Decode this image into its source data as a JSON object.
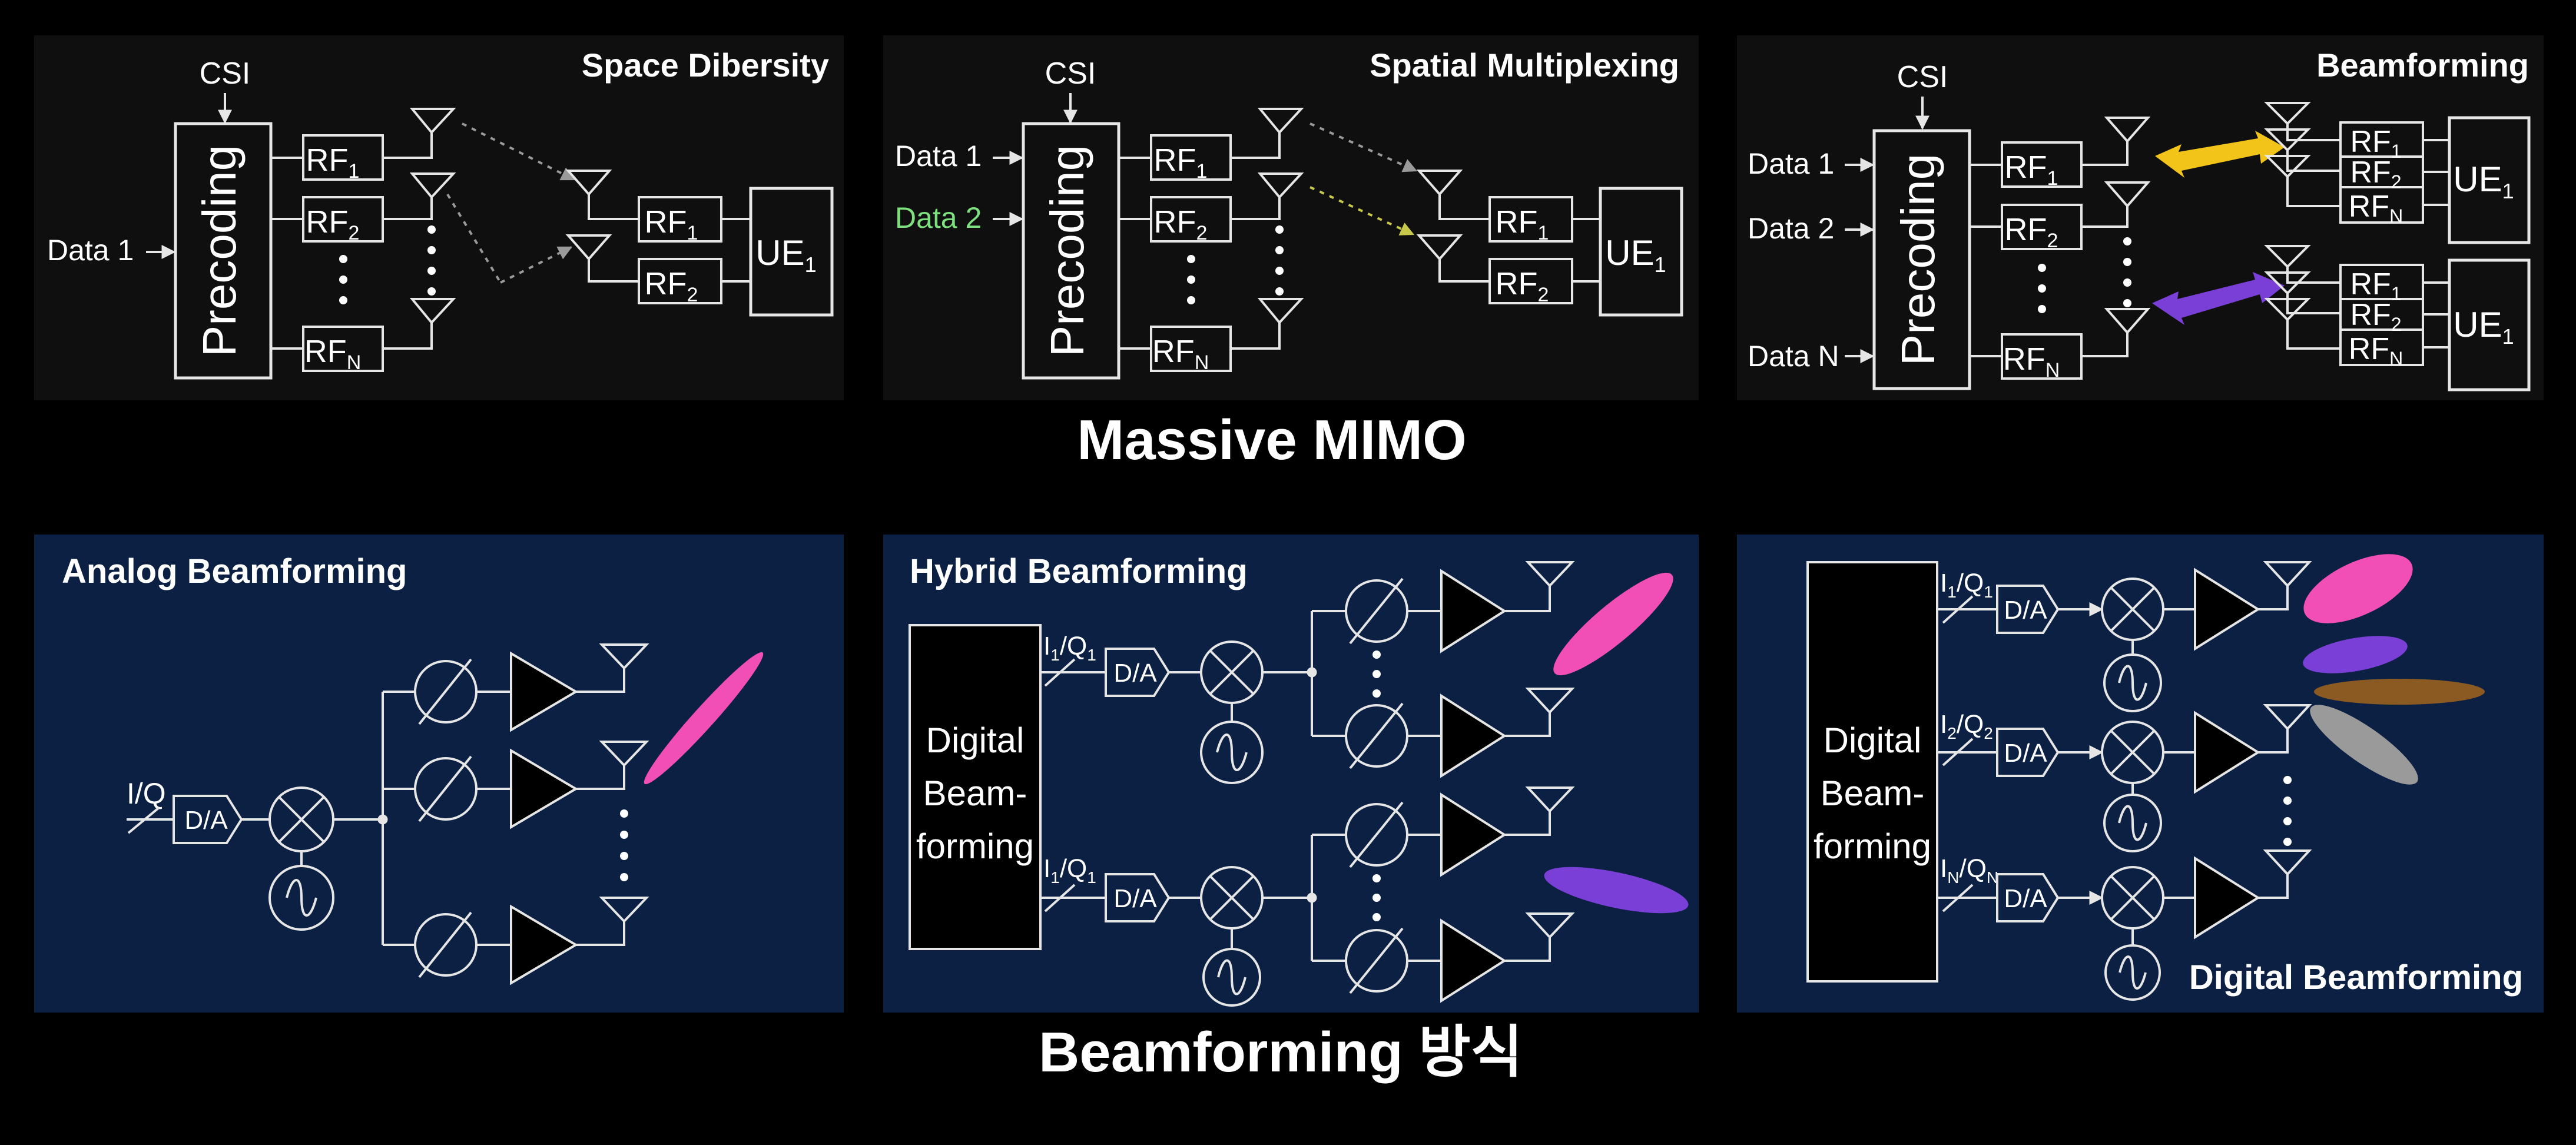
{
  "captions": {
    "top": "Massive MIMO",
    "bottom": "Beamforming 방식"
  },
  "space_diversity": {
    "title": "Space Dibersity",
    "csi": "CSI",
    "precoding": "Precoding",
    "data1": "Data 1",
    "rf_tx": [
      "RF",
      "RF",
      "RF"
    ],
    "rf_tx_sub": [
      "1",
      "2",
      "N"
    ],
    "rf_rx": [
      "RF",
      "RF"
    ],
    "rf_rx_sub": [
      "1",
      "2"
    ],
    "ue": "UE",
    "ue_sub": "1"
  },
  "spatial_multiplexing": {
    "title": "Spatial Multiplexing",
    "csi": "CSI",
    "precoding": "Precoding",
    "data1": "Data 1",
    "data2": "Data 2",
    "rf_tx": [
      "RF",
      "RF",
      "RF"
    ],
    "rf_tx_sub": [
      "1",
      "2",
      "N"
    ],
    "rf_rx": [
      "RF",
      "RF"
    ],
    "rf_rx_sub": [
      "1",
      "2"
    ],
    "ue": "UE",
    "ue_sub": "1"
  },
  "beamforming": {
    "title": "Beamforming",
    "csi": "CSI",
    "precoding": "Precoding",
    "data": [
      "Data 1",
      "Data 2",
      "Data N"
    ],
    "rf_tx": [
      "RF",
      "RF",
      "RF"
    ],
    "rf_tx_sub": [
      "1",
      "2",
      "N"
    ],
    "rf_rx_a": [
      "RF",
      "RF",
      "RF"
    ],
    "rf_rx_a_sub": [
      "1",
      "2",
      "N"
    ],
    "rf_rx_b": [
      "RF",
      "RF",
      "RF"
    ],
    "rf_rx_b_sub": [
      "1",
      "2",
      "N"
    ],
    "ue_a": "UE",
    "ue_a_sub": "1",
    "ue_b": "UE",
    "ue_b_sub": "1"
  },
  "analog": {
    "title": "Analog Beamforming",
    "iq": "I/Q",
    "da": "D/A"
  },
  "hybrid": {
    "title": "Hybrid Beamforming",
    "digital": [
      "Digital",
      "Beam-",
      "forming"
    ],
    "iq_label": "I",
    "iq_sub1": "1",
    "iq_q": "/Q",
    "iq_sub2": "1",
    "da": "D/A"
  },
  "digital": {
    "title": "Digital Beamforming",
    "digital": [
      "Digital",
      "Beam-",
      "forming"
    ],
    "iq": [
      {
        "i": "I",
        "isub": "1",
        "q": "/Q",
        "qsub": "1"
      },
      {
        "i": "I",
        "isub": "2",
        "q": "/Q",
        "qsub": "2"
      },
      {
        "i": "I",
        "isub": "N",
        "q": "/Q",
        "qsub": "N"
      }
    ],
    "da": "D/A"
  },
  "colors": {
    "dark_panel": "#0f0f0f",
    "blue_panel": "#0b2043",
    "line": "#e6e6e6",
    "green_text": "#7ee07e",
    "yellow": "#f2c318",
    "purple": "#7a3fd6",
    "pink": "#f24fb6",
    "brown": "#8a5a22",
    "gray": "#9a9a9a"
  }
}
